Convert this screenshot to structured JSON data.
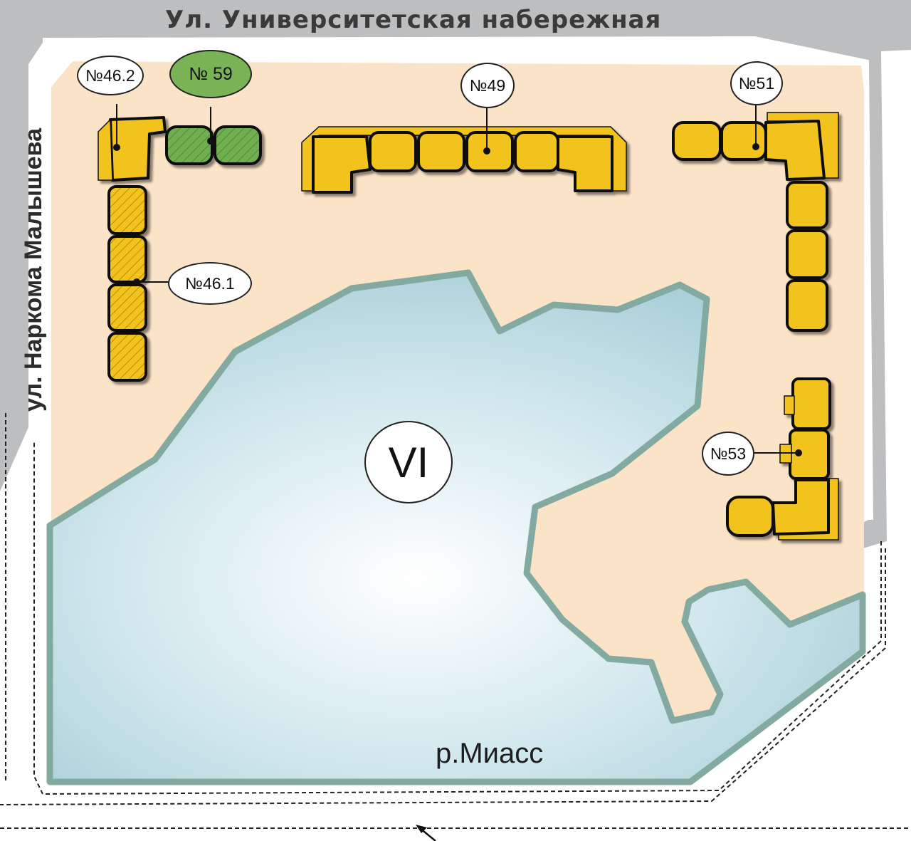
{
  "streets": {
    "top": "Ул. Университетская набережная",
    "left": "ул. Наркома Малышева"
  },
  "river": "р.Миасс",
  "sector": "VI",
  "buildings": {
    "b46_2": "№46.2",
    "b59": "№ 59",
    "b49": "№49",
    "b51": "№51",
    "b46_1": "№46.1",
    "b53": "№53"
  },
  "colors": {
    "land": "#fbe3c8",
    "water": "#c4e0e8",
    "water_edge": "#82aaa0",
    "building": "#f2c31e",
    "building_planned": "#7ab356",
    "road": "#bdbec0"
  }
}
